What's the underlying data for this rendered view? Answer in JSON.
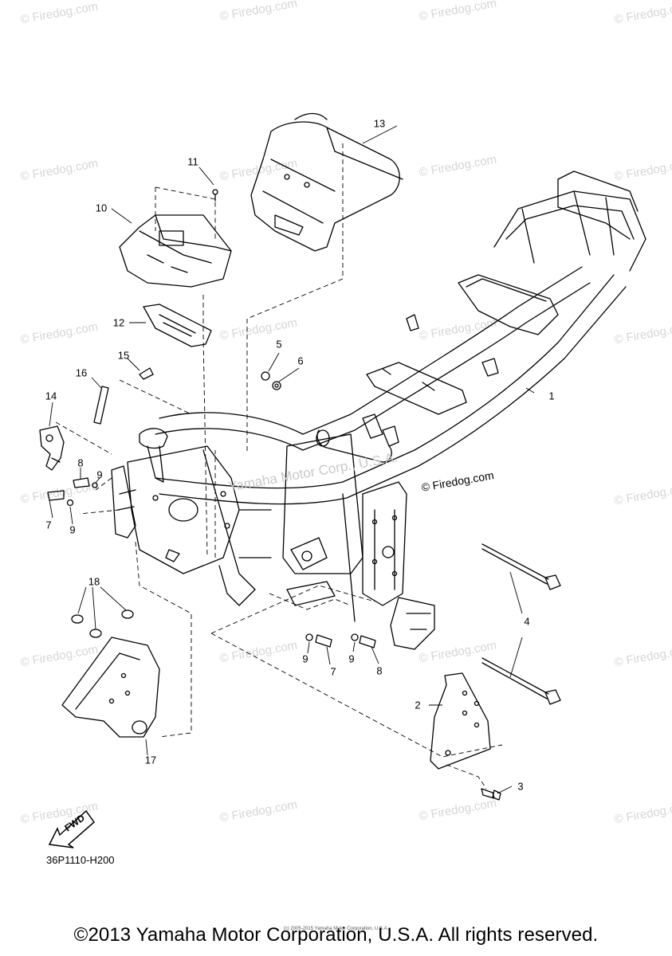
{
  "watermark": "© Firedog.com",
  "ghost_watermark": "Yamaha Motor Corp., U.S.A.",
  "frame_watermark": "© Firedog.com",
  "callouts": {
    "p1": "1",
    "p2": "2",
    "p3": "3",
    "p4": "4",
    "p5": "5",
    "p6": "6",
    "p7a": "7",
    "p7b": "7",
    "p8a": "8",
    "p8b": "8",
    "p9a": "9",
    "p9b": "9",
    "p9c": "9",
    "p9d": "9",
    "p10": "10",
    "p11": "11",
    "p12": "12",
    "p13": "13",
    "p14": "14",
    "p15": "15",
    "p16": "16",
    "p17": "17",
    "p18": "18"
  },
  "fwd_label": "FWD",
  "part_code": "36P1110-H200",
  "copyright_small": "(c) 2005-2015 Yamaha Motor Corporation, U.S.A.",
  "copyright": "©2013 Yamaha Motor Corporation, U.S.A. All rights reserved."
}
